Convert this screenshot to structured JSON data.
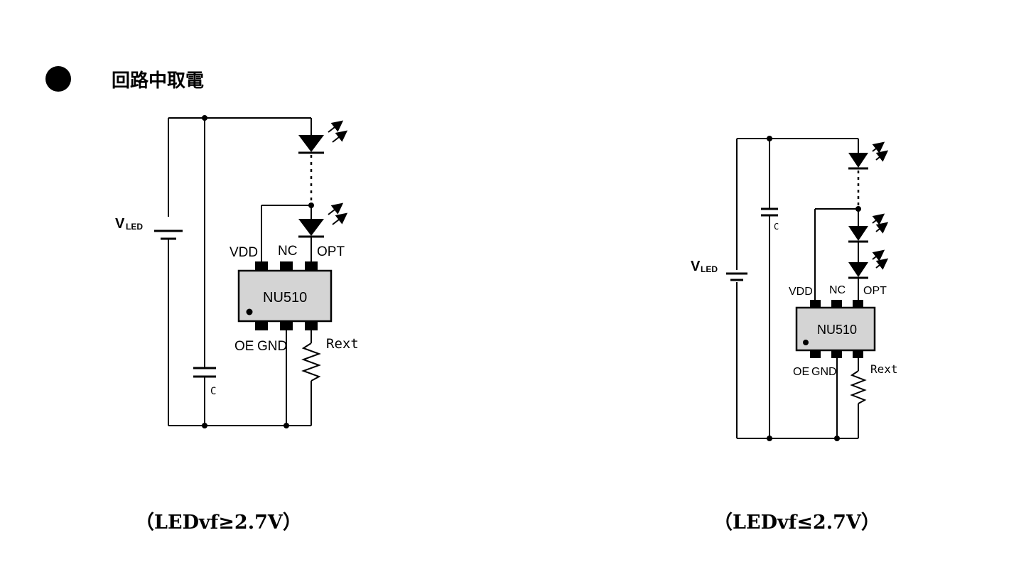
{
  "header": {
    "title": "回路中取電"
  },
  "colors": {
    "ink": "#000000",
    "chip_fill": "#d4d4d4",
    "background": "#ffffff"
  },
  "diagram_left": {
    "supply_label": "V",
    "supply_subscript": "LED",
    "capacitor_label": "C",
    "chip_label": "NU510",
    "pins_top": [
      "VDD",
      "NC",
      "OPT"
    ],
    "pins_bottom": [
      "OE",
      "GND"
    ],
    "resistor_label": "Rext",
    "caption": "（LEDvf≥2.7V）"
  },
  "diagram_right": {
    "supply_label": "V",
    "supply_subscript": "LED",
    "capacitor_label": "C",
    "chip_label": "NU510",
    "pins_top": [
      "VDD",
      "NC",
      "OPT"
    ],
    "pins_bottom": [
      "OE",
      "GND"
    ],
    "resistor_label": "Rext",
    "caption": "（LEDvf≤2.7V）"
  },
  "icons": [
    "bullet-dot-icon",
    "led-icon",
    "resistor-icon",
    "capacitor-icon",
    "battery-icon"
  ]
}
